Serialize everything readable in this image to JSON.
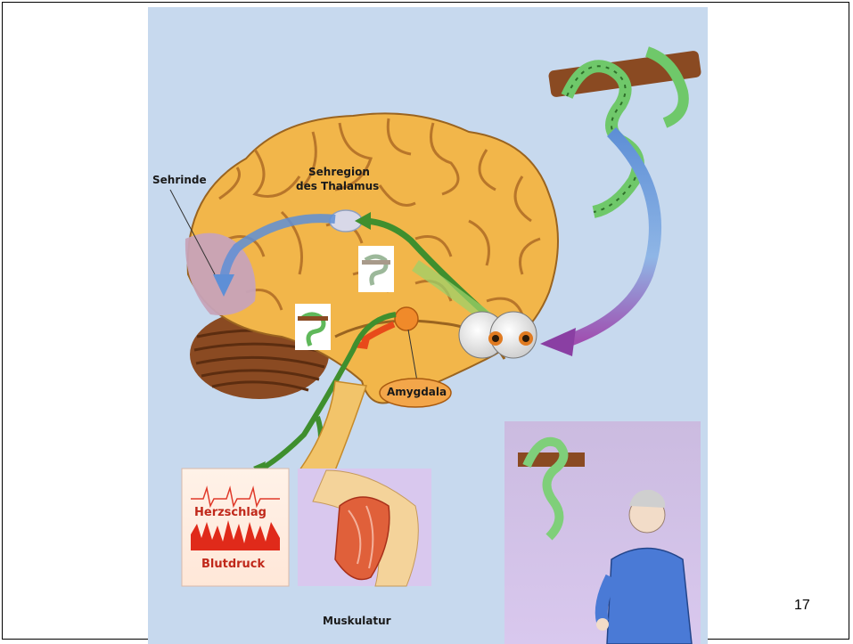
{
  "figure": {
    "labels": {
      "visual_cortex": "Sehrinde",
      "thalamus_line1": "Sehregion",
      "thalamus_line2": "des Thalamus",
      "amygdala": "Amygdala",
      "heartbeat": "Herzschlag",
      "blood_pressure": "Blutdruck",
      "musculature": "Muskulatur"
    },
    "colors": {
      "background": "#c7d9ee",
      "brain": "#f2b64a",
      "cerebellum": "#8a4a22",
      "visual_cortex_region": "#c7a3b8",
      "green_pathway": "#3f8f2e",
      "blue_pathway": "#5e8fd6",
      "purple_arrow": "#8a3fa3",
      "amygdala": "#f08a2a",
      "snake": "#7fcf7a",
      "heart_trace": "#e03a2a"
    }
  },
  "slide": {
    "page_number": "17"
  }
}
